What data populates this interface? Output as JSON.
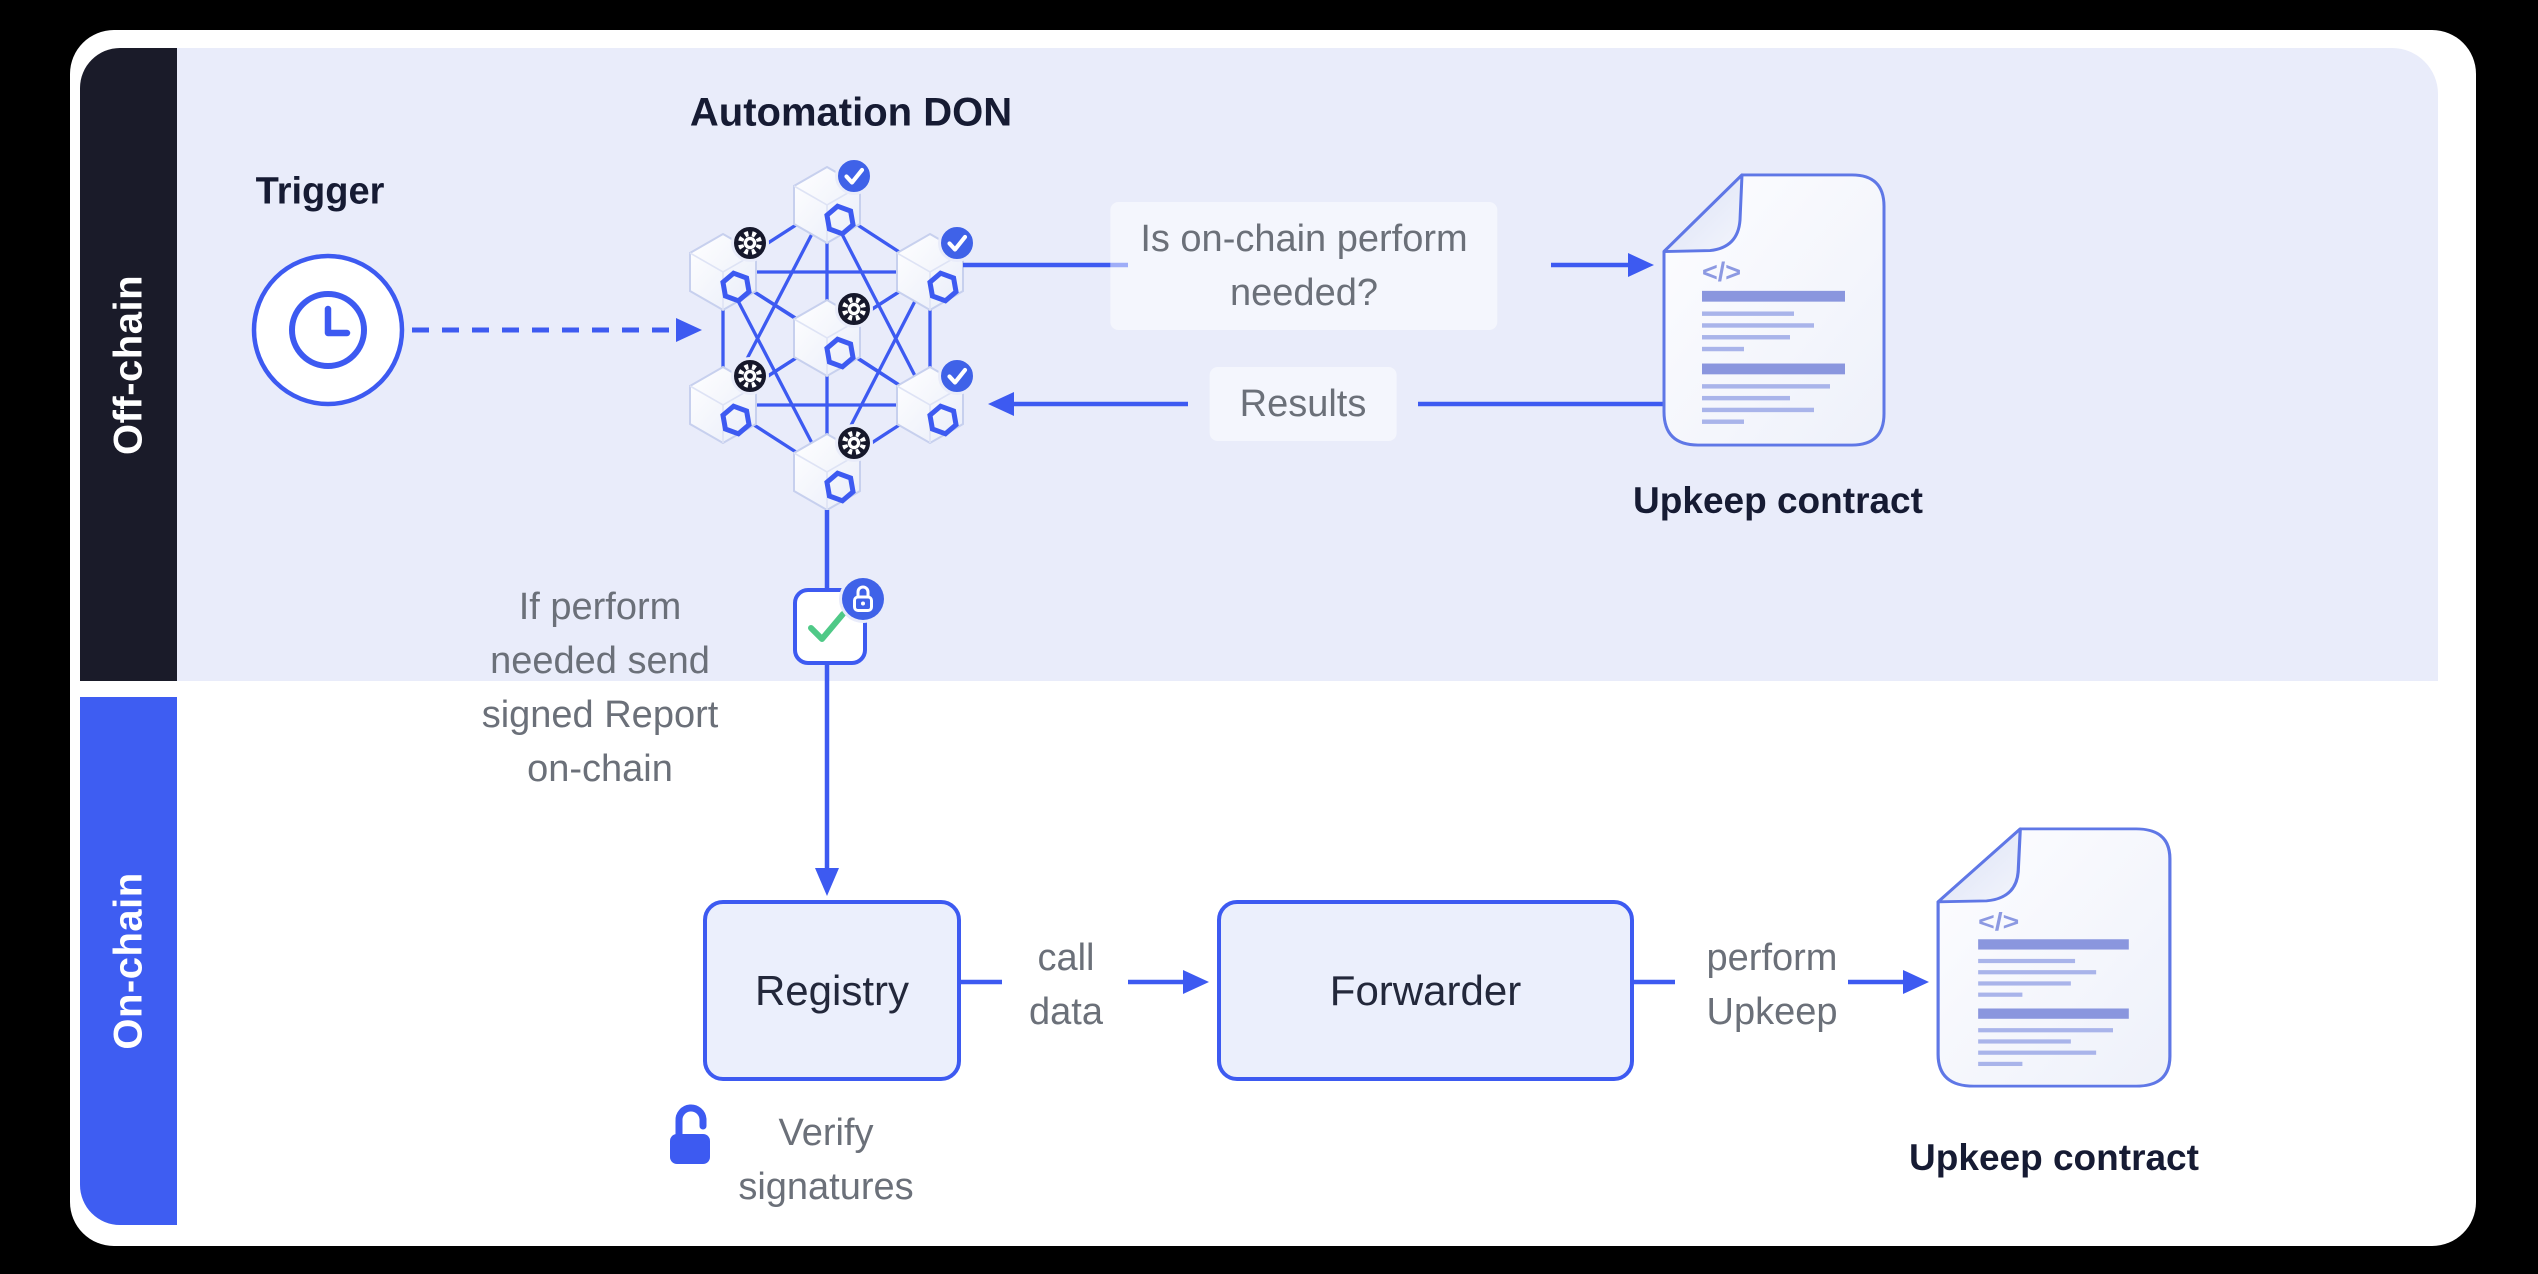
{
  "colors": {
    "accent_blue": "#3D5AF1",
    "badge_blue": "#3F62E8",
    "sidebar_dark": "#1A1B29",
    "sidebar_blue": "#3E5DF2",
    "band_lavender": "#E9ECFA",
    "gear_badge_black": "#16182B",
    "check_green": "#4FC987",
    "gray_text": "#6B7079",
    "dark_text": "#161B33"
  },
  "sidebar": {
    "offchain_label": "Off-chain",
    "onchain_label": "On-chain"
  },
  "offchain": {
    "don_title": "Automation DON",
    "trigger_label": "Trigger",
    "question_lines": [
      "Is on-chain perform",
      "needed?"
    ],
    "results_label": "Results",
    "upkeep_contract_label": "Upkeep contract",
    "report_note_lines": [
      "If perform",
      "needed send",
      "signed Report",
      "on-chain"
    ]
  },
  "onchain": {
    "registry_label": "Registry",
    "call_data_lines": [
      "call",
      "data"
    ],
    "forwarder_label": "Forwarder",
    "perform_upkeep_lines": [
      "perform",
      "Upkeep"
    ],
    "upkeep_contract_label": "Upkeep contract",
    "verify_lines": [
      "Verify",
      "signatures"
    ]
  },
  "document_icon": {
    "code_glyph": "</>"
  }
}
